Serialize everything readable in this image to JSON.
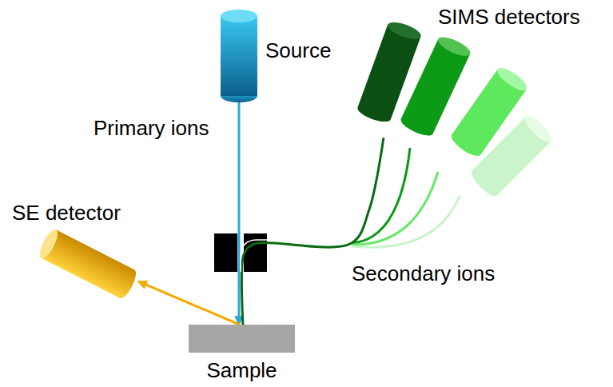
{
  "diagram": {
    "nodes": [
      {
        "text": [
          "Source"
        ]
      },
      {
        "text": [
          "SE detector"
        ]
      },
      {
        "text": [
          "SIMS detectors"
        ]
      },
      {
        "text": [
          "Sample"
        ]
      }
    ],
    "edges": [
      {
        "from": 0,
        "to": 3,
        "arrow": "to",
        "label": "Primary ions"
      },
      {
        "from": 3,
        "to": 1,
        "arrow": "to"
      },
      {
        "from": 3,
        "to": 2,
        "arrow": "none",
        "label": "Secondary ions"
      }
    ]
  }
}
